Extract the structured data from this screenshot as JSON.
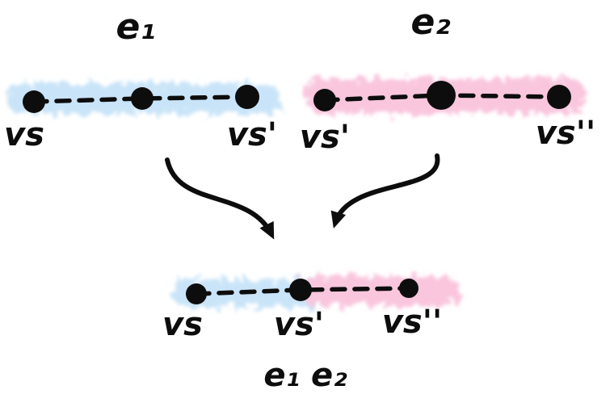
{
  "labels": {
    "edge1": "e₁",
    "edge2": "e₂",
    "combined": "e₁ e₂",
    "edge1_start": "vs",
    "edge1_end": "vs'",
    "edge2_start": "vs'",
    "edge2_end": "vs''",
    "combined_start": "vs",
    "combined_mid": "vs'",
    "combined_end": "vs''"
  },
  "colors": {
    "edge1_highlight": "#c9e4f8",
    "edge2_highlight": "#f9c6de",
    "ink": "#0d0d0d",
    "background": "#ffffff"
  }
}
